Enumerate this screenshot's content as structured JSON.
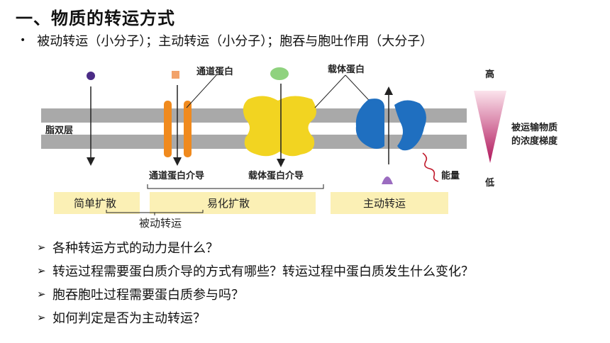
{
  "heading": "一、物质的转运方式",
  "bullet": {
    "marker": "•",
    "text": "被动转运（小分子）；主动转运（小分子）；胞吞与胞吐作用（大分子）"
  },
  "figure": {
    "channel_protein": "通道蛋白",
    "carrier_protein": "载体蛋白",
    "lipid_bilayer": "脂双层",
    "channel_mediated": "通道蛋白介导",
    "carrier_mediated": "载体蛋白介导",
    "energy": "能量",
    "high": "高",
    "low": "低",
    "gradient_line1": "被运输物质",
    "gradient_line2": "的浓度梯度",
    "simple_diffusion": "简单扩散",
    "facilitated_diffusion": "易化扩散",
    "active_transport": "主动转运",
    "passive_transport": "被动转运",
    "colors": {
      "membrane": "#a9a9a9",
      "channel": "#f08a1e",
      "carrier": "#f2d421",
      "pump": "#1f6fc0",
      "box": "#fbf0b5",
      "gradient_top": "#fbe3ec",
      "gradient_bottom": "#b0145a"
    }
  },
  "questions": [
    {
      "marker": "➢",
      "text": "各种转运方式的动力是什么？"
    },
    {
      "marker": "➢",
      "text": "转运过程需要蛋白质介导的方式有哪些？转运过程中蛋白质发生什么变化？"
    },
    {
      "marker": "➢",
      "text": "胞吞胞吐过程需要蛋白质参与吗？"
    },
    {
      "marker": "➢",
      "text": "如何判定是否为主动转运？"
    }
  ]
}
